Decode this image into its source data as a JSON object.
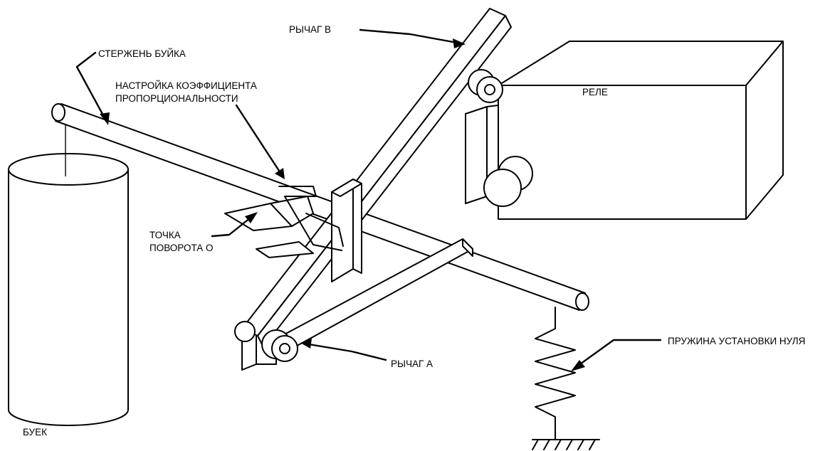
{
  "labels": {
    "lever_b": "РЫЧАГ В",
    "float_rod": "СТЕРЖЕНЬ БУЙКА",
    "gain_adjust_line1": "НАСТРОЙКА КОЭФФИЦИЕНТА",
    "gain_adjust_line2": "ПРОПОРЦИОНАЛЬНОСТИ",
    "relay": "РЕЛЕ",
    "pivot_line1": "ТОЧКА",
    "pivot_line2": "ПОВОРОТА О",
    "lever_a": "РЫЧАГ А",
    "zero_spring": "ПРУЖИНА УСТАНОВКИ НУЛЯ",
    "float": "БУЕК"
  }
}
